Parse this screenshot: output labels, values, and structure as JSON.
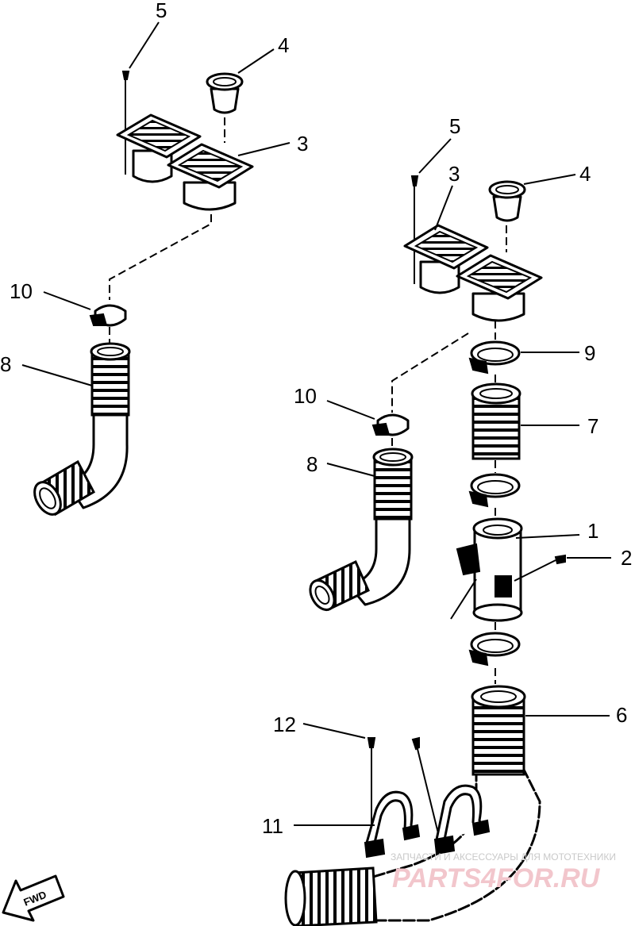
{
  "callouts": {
    "left_5": "5",
    "left_4": "4",
    "left_3": "3",
    "left_10": "10",
    "left_8": "8",
    "right_5": "5",
    "right_4": "4",
    "right_3": "3",
    "right_9": "9",
    "right_10": "10",
    "right_7": "7",
    "right_8": "8",
    "right_1": "1",
    "right_2": "2",
    "right_6": "6",
    "bottom_12": "12",
    "bottom_11": "11"
  },
  "forward_arrow": {
    "label": "FWD"
  },
  "watermark": {
    "tagline": "ЗАПЧАСТИ И АКСЕССУАРЫ ДЛЯ МОТОТЕХНИКИ",
    "brand": "PARTS4FOR.RU"
  },
  "icons": [
    "screw-icon",
    "vent-grille-icon",
    "cap-icon",
    "hose-clamp-icon",
    "bellows-hose-icon",
    "water-separator-icon",
    "hose-bracket-icon",
    "fwd-arrow-icon"
  ]
}
